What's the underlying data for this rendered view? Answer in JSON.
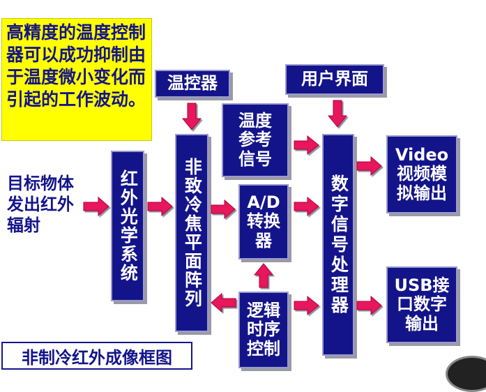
{
  "note": "高精度的温度控制器可以成功抑制由于温度微小变化而引起的工作波动。",
  "source": "目标物体发出红外辐射",
  "caption": "非制冷红外成像框图",
  "boxes": {
    "optics": "红外光学系统",
    "fpa": "非致冷焦平面阵列",
    "temp_controller": "温控器",
    "temp_reference": "温度参考信号",
    "adc": "A/D转换器",
    "timing": "逻辑时序控制",
    "user_interface": "用户界面",
    "dsp": "数字信号处理器",
    "video_out": "Video视频模拟输出",
    "usb_out": "USB接口数字输出"
  },
  "colors": {
    "box_fill": "#14148a",
    "arrow_fill": "#e8185a",
    "note_bg": "#ffff00",
    "text_dark": "#14148a"
  }
}
